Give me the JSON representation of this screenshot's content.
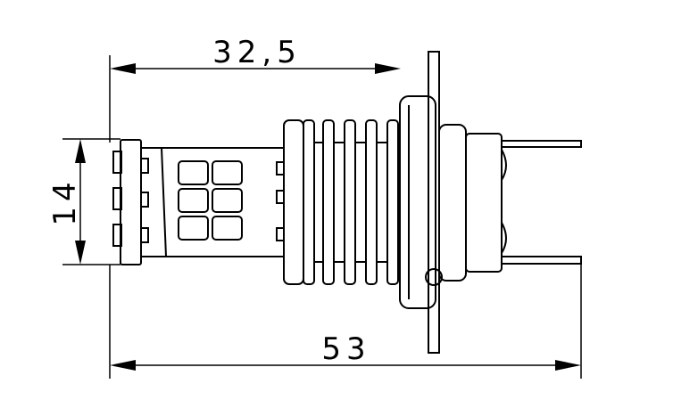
{
  "dimensions": {
    "top_length": "32,5",
    "height": "14",
    "total_length": "53"
  },
  "colors": {
    "line": "#000000",
    "background": "#ffffff"
  }
}
